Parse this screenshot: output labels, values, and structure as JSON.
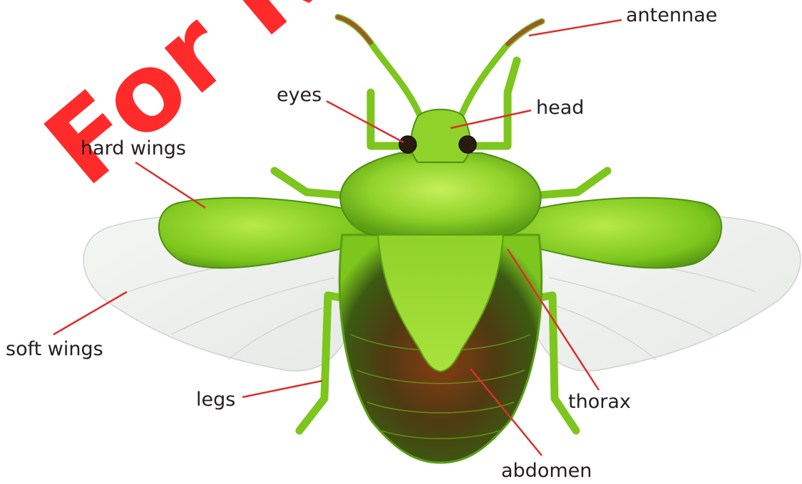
{
  "labels": {
    "antennae": "antennae",
    "head": "head",
    "eyes": "eyes",
    "hard_wings": "hard wings",
    "soft_wings": "soft wings",
    "legs": "legs",
    "thorax": "thorax",
    "abdomen": "abdomen"
  },
  "watermark": "For Review",
  "colors": {
    "leader_line": "#d9302c",
    "body_green": "#7cc61d",
    "dark_green": "#3f7d10",
    "abdomen_brown": "#7a3a12",
    "watermark": "#ff1a1a"
  }
}
